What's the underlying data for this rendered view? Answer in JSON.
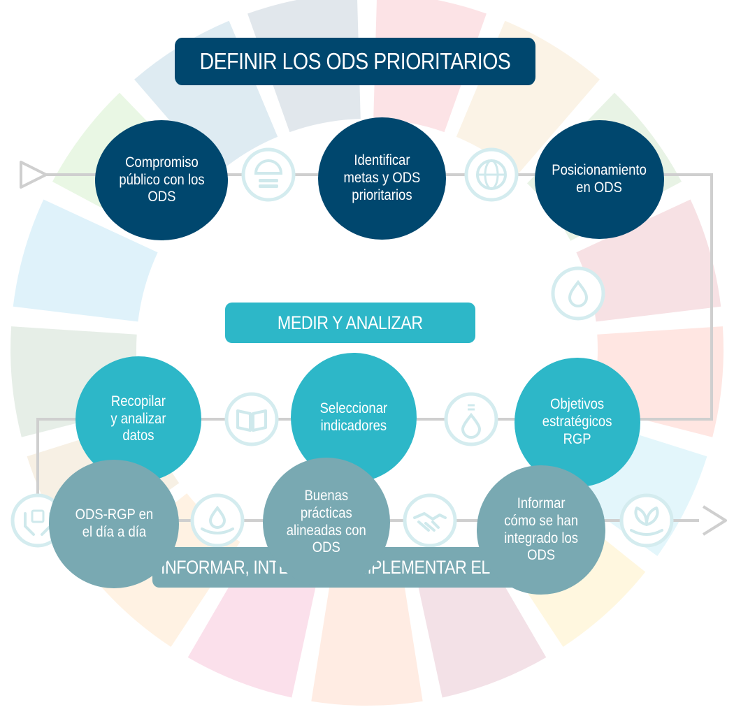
{
  "colors": {
    "navy": "#00476e",
    "teal": "#2db7c8",
    "grey_teal": "#79a9b2",
    "path": "#c9c9c9",
    "icon": "#cfe9ec"
  },
  "sections": [
    {
      "title": "DEFINIR LOS ODS PRIORITARIOS",
      "steps": [
        {
          "label": "Compromiso\npúblico con los\nODS"
        },
        {
          "label": "Identificar\nmetas y ODS\nprioritarios"
        },
        {
          "label": "Posicionamiento\nen ODS"
        }
      ]
    },
    {
      "title": "MEDIR Y ANALIZAR",
      "steps": [
        {
          "label": "Recopilar\ny analizar\ndatos"
        },
        {
          "label": "Seleccionar\nindicadores"
        },
        {
          "label": "Objetivos\nestratégicos\nRGP"
        }
      ]
    },
    {
      "title": "INFORMAR, INTEGRAR E IMPLEMENTAR EL CAMBIO",
      "steps": [
        {
          "label": "ODS-RGP en\nel día a día"
        },
        {
          "label": "Buenas\nprácticas\nalineadas con\nODS"
        },
        {
          "label": "Informar\ncómo se han\nintegrado los\nODS"
        }
      ]
    }
  ],
  "icons": [
    "helmet-stack-icon",
    "globe-icon",
    "water-cycle-icon",
    "book-icon",
    "water-drop-icon",
    "hands-icon",
    "hand-drop-icon",
    "handshake-icon",
    "leaf-hand-icon"
  ]
}
